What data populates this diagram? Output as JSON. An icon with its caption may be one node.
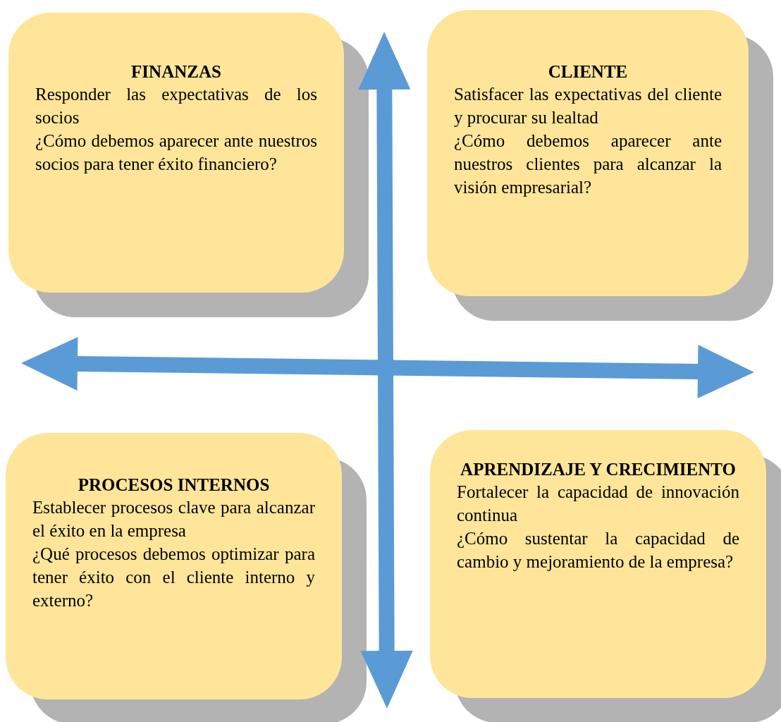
{
  "diagram": {
    "nodes": [
      {
        "text": [
          "FINANZAS",
          "Responder las expectativas de los socios",
          "¿Cómo debemos aparecer ante nuestros socios para tener éxito financiero?"
        ]
      },
      {
        "text": [
          "CLIENTE",
          "Satisfacer las expectativas del cliente y procurar su lealtad",
          "¿Cómo debemos aparecer ante nuestros clientes para alcanzar la visión empresarial?"
        ]
      },
      {
        "text": [
          "PROCESOS INTERNOS",
          "Establecer procesos clave para alcanzar el éxito en la empresa",
          "¿Qué procesos debemos optimizar para tener éxito con el cliente interno y externo?"
        ]
      },
      {
        "text": [
          "APRENDIZAJE Y CRECIMIENTO",
          "Fortalecer la capacidad de innovación continua",
          "¿Cómo sustentar la capacidad de cambio y mejoramiento de la empresa?"
        ]
      }
    ]
  }
}
